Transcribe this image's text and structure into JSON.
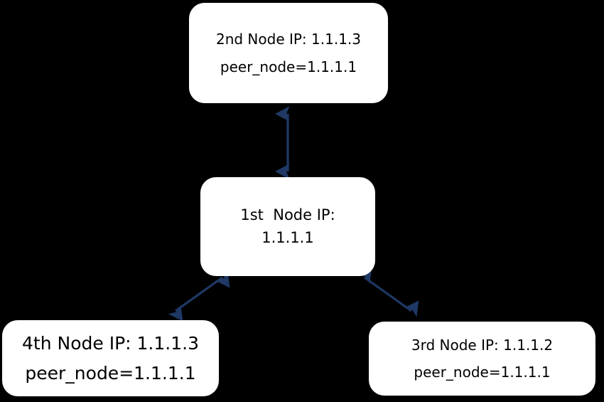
{
  "diagram": {
    "background_color": "#000000",
    "node_fill_color": "#FFFFFF",
    "node_text_color": "#000000",
    "arrow_color": "#1F3864",
    "nodes": [
      {
        "id": "second",
        "line1": "2nd Node IP: 1.1.1.3",
        "line2": "peer_node=1.1.1.1"
      },
      {
        "id": "first",
        "line1": "1st  Node IP:",
        "line2": "1.1.1.1"
      },
      {
        "id": "fourth",
        "line1": "4th Node IP: 1.1.1.3",
        "line2": "peer_node=1.1.1.1"
      },
      {
        "id": "third",
        "line1": "3rd Node IP: 1.1.1.2",
        "line2": "peer_node=1.1.1.1"
      }
    ],
    "connectors": [
      {
        "id": "first-to-second",
        "style": "double-headed-arrow",
        "orientation": "vertical"
      },
      {
        "id": "first-to-fourth",
        "style": "double-headed-arrow",
        "orientation": "diagonal-down-left"
      },
      {
        "id": "first-to-third",
        "style": "double-headed-arrow",
        "orientation": "diagonal-down-right"
      }
    ]
  }
}
